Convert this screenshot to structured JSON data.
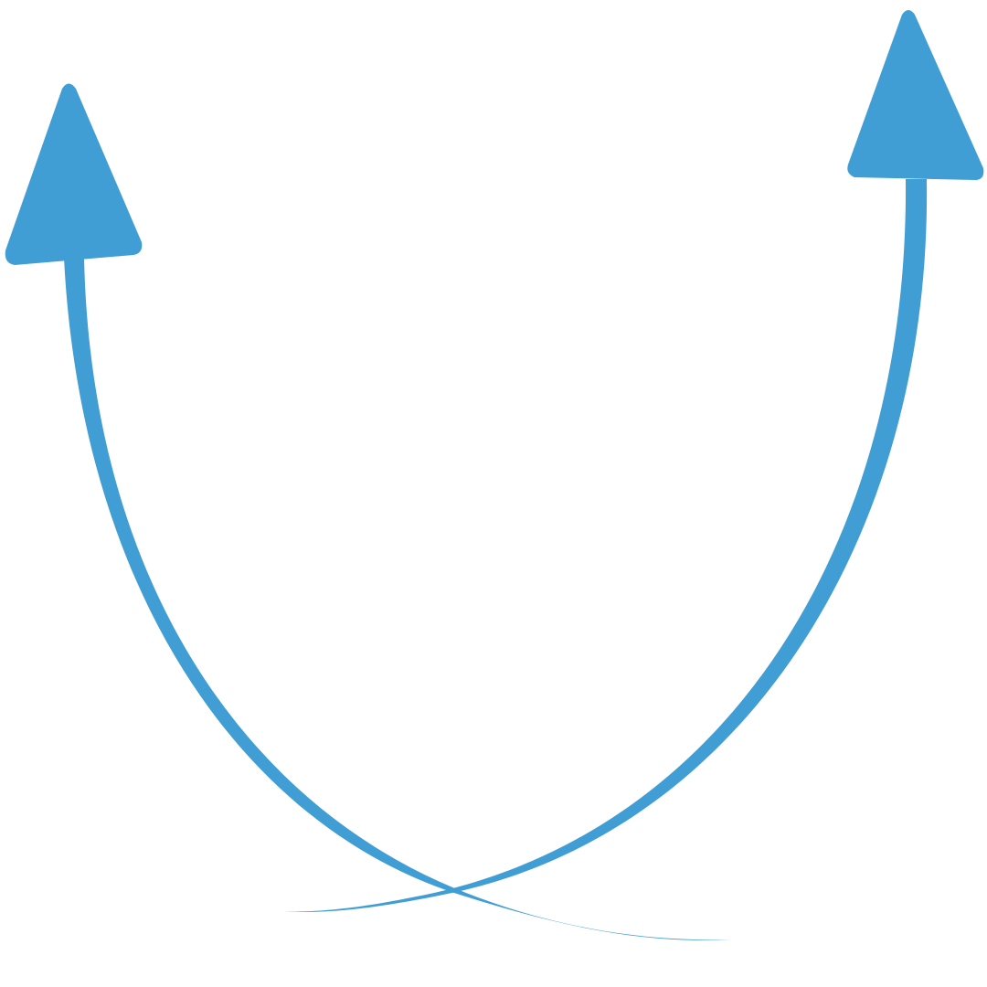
{
  "diagram": {
    "background_color": "#ffffff",
    "arrow_color": "#409ed4",
    "arrows": [
      {
        "name": "left-curved-arrow",
        "direction": "up",
        "icon": "arrowhead-triangle"
      },
      {
        "name": "right-curved-arrow",
        "direction": "up",
        "icon": "arrowhead-triangle"
      }
    ]
  }
}
